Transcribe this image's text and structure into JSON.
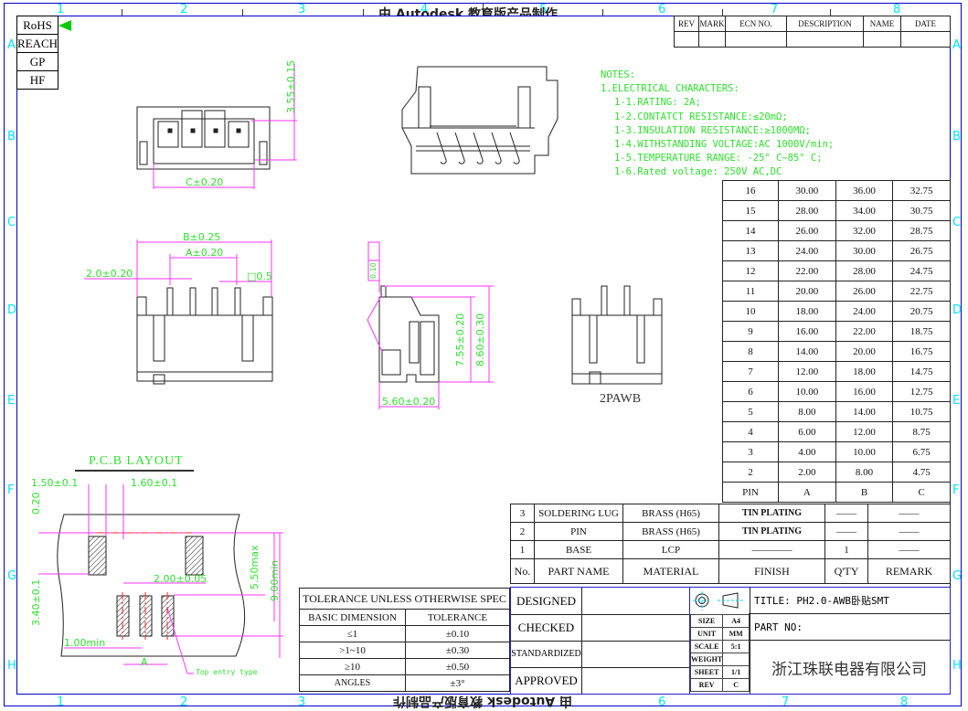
{
  "drawing": {
    "zones_columns": [
      "1",
      "2",
      "3",
      "4",
      "5",
      "6",
      "7",
      "8"
    ],
    "zones_rows": [
      "A",
      "B",
      "C",
      "D",
      "E",
      "F",
      "G",
      "H"
    ],
    "watermark_top": "由 Autodesk 教育版产品制作",
    "watermark_bottom": "由 Autodesk 教育版产品制作"
  },
  "compliance": {
    "items": [
      "RoHS",
      "REACH",
      "GP",
      "HF"
    ],
    "marker_icon": "green-triangle-flag-icon"
  },
  "revision_table": {
    "headers": [
      "REV",
      "MARK",
      "ECN NO.",
      "DESCRIPTION",
      "NAME",
      "DATE"
    ],
    "rows": [
      [
        "",
        "",
        "",
        "",
        "",
        ""
      ]
    ]
  },
  "notes": {
    "title": "NOTES:",
    "section": "1.ELECTRICAL CHARACTERS:",
    "items": [
      "1-1.RATING: 2A;",
      "1-2.CONTATCT RESISTANCE:≤20mΩ;",
      "1-3.INSULATION RESISTANCE:≥1000MΩ;",
      "1-4.WITHSTANDING VOLTAGE:AC 1000V/min;",
      "1-5.TEMPERATURE RANGE: -25° C~85° C;",
      "1-6.Rated voltage: 250V AC,DC"
    ]
  },
  "pin_table": {
    "headers": [
      "PIN",
      "A",
      "B",
      "C"
    ],
    "rows": [
      [
        "16",
        "30.00",
        "36.00",
        "32.75"
      ],
      [
        "15",
        "28.00",
        "34.00",
        "30.75"
      ],
      [
        "14",
        "26.00",
        "32.00",
        "28.75"
      ],
      [
        "13",
        "24.00",
        "30.00",
        "26.75"
      ],
      [
        "12",
        "22.00",
        "28.00",
        "24.75"
      ],
      [
        "11",
        "20.00",
        "26.00",
        "22.75"
      ],
      [
        "10",
        "18.00",
        "24.00",
        "20.75"
      ],
      [
        "9",
        "16.00",
        "22.00",
        "18.75"
      ],
      [
        "8",
        "14.00",
        "20.00",
        "16.75"
      ],
      [
        "7",
        "12.00",
        "18.00",
        "14.75"
      ],
      [
        "6",
        "10.00",
        "16.00",
        "12.75"
      ],
      [
        "5",
        "8.00",
        "14.00",
        "10.75"
      ],
      [
        "4",
        "6.00",
        "12.00",
        "8.75"
      ],
      [
        "3",
        "4.00",
        "10.00",
        "6.75"
      ],
      [
        "2",
        "2.00",
        "8.00",
        "4.75"
      ]
    ]
  },
  "bom": {
    "headers": [
      "No.",
      "PART NAME",
      "MATERIAL",
      "FINISH",
      "Q'TY",
      "REMARK"
    ],
    "rows": [
      [
        "3",
        "SOLDERING LUG",
        "BRASS (H65)",
        "TIN PLATING",
        "——",
        "——"
      ],
      [
        "2",
        "PIN",
        "BRASS (H65)",
        "TIN PLATING",
        "——",
        "——"
      ],
      [
        "1",
        "BASE",
        "LCP",
        "————",
        "1",
        "——"
      ]
    ]
  },
  "tolerance": {
    "title": "TOLERANCE UNLESS OTHERWISE SPEC",
    "headers": [
      "BASIC DIMENSION",
      "TOLERANCE"
    ],
    "rows": [
      [
        "≤1",
        "±0.10"
      ],
      [
        ">1~10",
        "±0.30"
      ],
      [
        "≥10",
        "±0.50"
      ],
      [
        "ANGLES",
        "±3°"
      ]
    ]
  },
  "title_block": {
    "roles": [
      "DESIGNED",
      "CHECKED",
      "STANDARDIZED",
      "APPROVED"
    ],
    "role_values": [
      "",
      "",
      "",
      ""
    ],
    "projection_icon": "third-angle-projection-icon",
    "specs": [
      {
        "label": "SIZE",
        "value": "A4"
      },
      {
        "label": "UNIT",
        "value": "MM"
      },
      {
        "label": "SCALE",
        "value": "5:1"
      },
      {
        "label": "WEIGHT",
        "value": ""
      },
      {
        "label": "SHEET",
        "value": "1/1"
      },
      {
        "label": "REV",
        "value": "C"
      }
    ],
    "title": "TITLE: PH2.0-AWB卧贴SMT",
    "part_no": "PART NO:",
    "company": "浙江珠联电器有限公司"
  },
  "views": {
    "top_view": {
      "dim_height": "3.55±0.15",
      "dim_width": "C±0.20"
    },
    "front_view": {
      "dim_b": "B±0.25",
      "dim_a": "A±0.20",
      "dim_pitch": "2.0±0.20",
      "dim_pin": "□0.5"
    },
    "side_view": {
      "flatness_value": "0.10",
      "dim_h1": "7.55±0.20",
      "dim_h2": "8.60±0.30",
      "dim_depth": "5.60±0.20"
    },
    "variant_view": {
      "label": "2PAWB"
    },
    "pcb_layout": {
      "title": "P.C.B LAYOUT",
      "dim_lug_w": "1.50±0.1",
      "dim_lug_gap": "1.60±0.1",
      "dim_offset": "0.20",
      "dim_pitch": "2.00±0.05",
      "dim_depth_max": "5.50max",
      "dim_depth_min": "9.00min",
      "dim_row": "3.40±0.1",
      "dim_edge": "1.00min",
      "dim_a": "A",
      "callout": "Top entry type"
    }
  }
}
